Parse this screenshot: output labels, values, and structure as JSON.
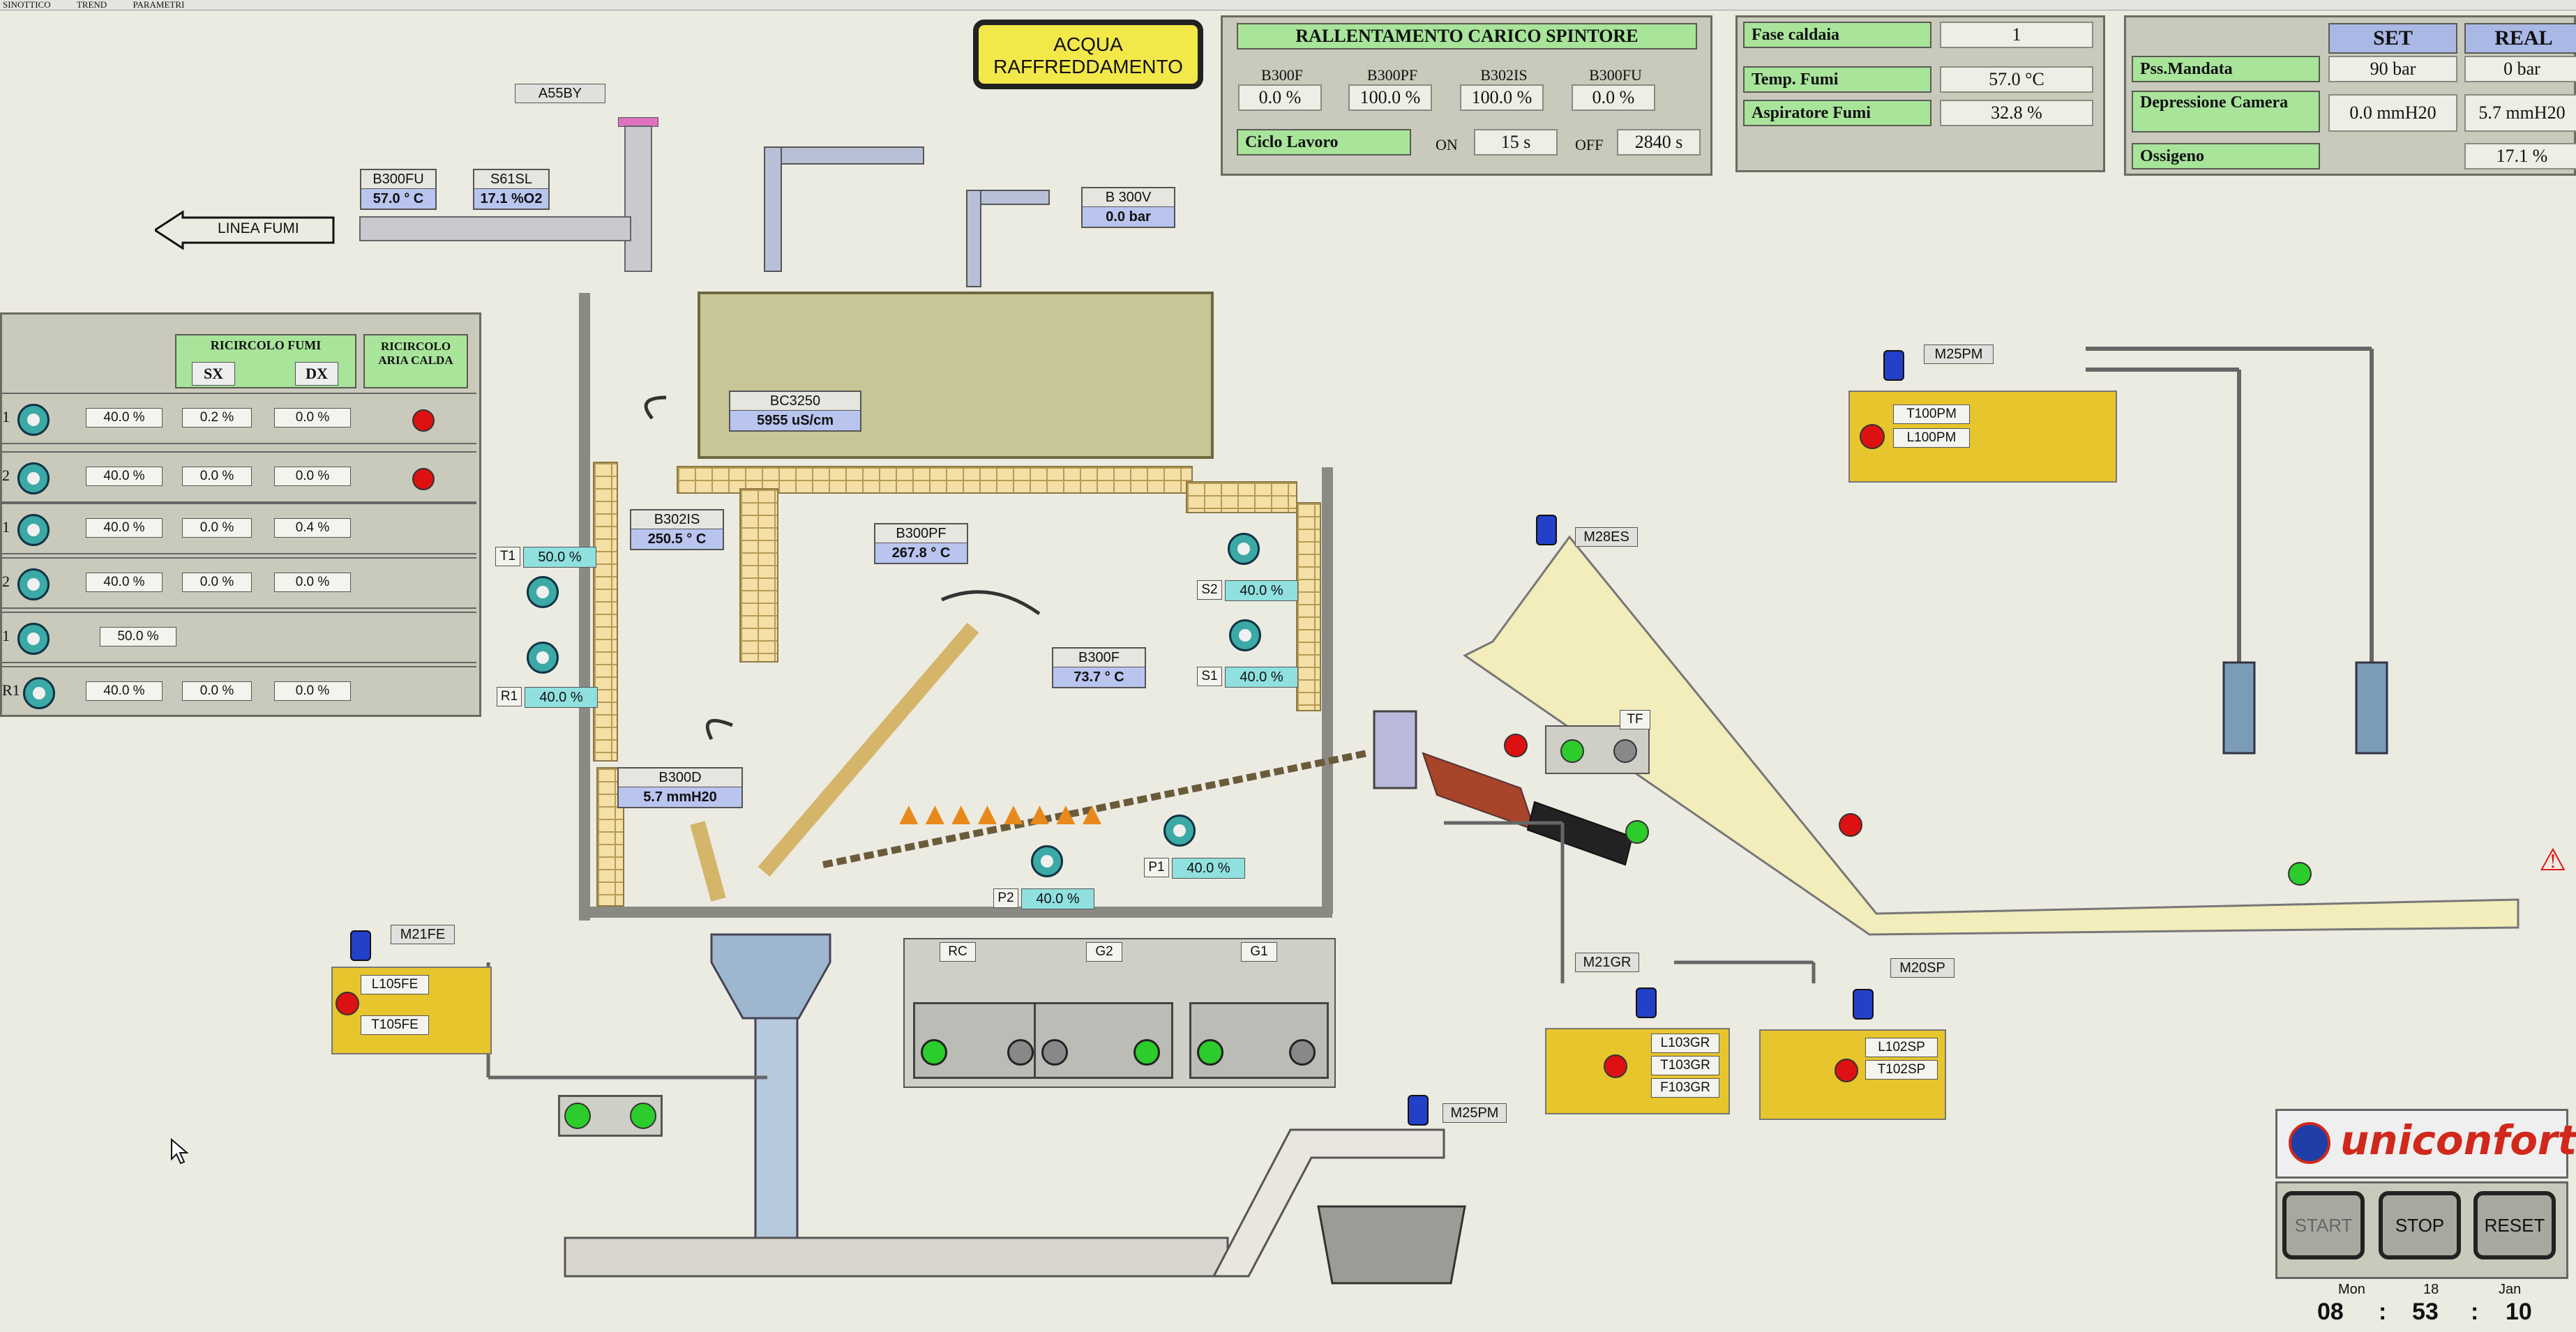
{
  "menu": {
    "items": [
      "SINOTTICO",
      "TREND",
      "PARAMETRI"
    ]
  },
  "alert": {
    "line1": "ACQUA",
    "line2": "RAFFREDDAMENTO"
  },
  "slowdown": {
    "title": "RALLENTAMENTO CARICO SPINTORE",
    "cols": [
      {
        "name": "B300F",
        "value": "0.0 %"
      },
      {
        "name": "B300PF",
        "value": "100.0 %"
      },
      {
        "name": "B302IS",
        "value": "100.0 %"
      },
      {
        "name": "B300FU",
        "value": "0.0 %"
      }
    ],
    "cycle_label": "Ciclo Lavoro",
    "on_label": "ON",
    "on_value": "15 s",
    "off_label": "OFF",
    "off_value": "2840 s"
  },
  "boiler": {
    "phase_label": "Fase caldaia",
    "phase_value": "1",
    "temp_label": "Temp. Fumi",
    "temp_value": "57.0 °C",
    "asp_label": "Aspiratore Fumi",
    "asp_value": "32.8 %"
  },
  "setreal": {
    "set_header": "SET",
    "real_header": "REAL",
    "press_label": "Pss.Mandata",
    "press_set": "90 bar",
    "press_real": "0 bar",
    "depr_label": "Depressione Camera",
    "depr_set": "0.0 mmH20",
    "depr_real": "5.7 mmH20",
    "oxy_label": "Ossigeno",
    "oxy_real": "17.1 %"
  },
  "flue": {
    "a55by": "A55BY",
    "linea_fumi": "LINEA FUMI",
    "b300fu_name": "B300FU",
    "b300fu_value": "57.0 ° C",
    "s61sl_name": "S61SL",
    "s61sl_value": "17.1 %O2",
    "b300v_name": "B 300V",
    "b300v_value": "0.0 bar"
  },
  "recirc": {
    "title": "RICIRCOLO FUMI",
    "sx": "SX",
    "dx": "DX",
    "hot_air": "RICIRCOLO ARIA CALDA",
    "rows": [
      {
        "id": "1",
        "a": "40.0 %",
        "b": "0.2 %",
        "c": "0.0 %",
        "alarm": true
      },
      {
        "id": "2",
        "a": "40.0 %",
        "b": "0.0 %",
        "c": "0.0 %",
        "alarm": true
      },
      {
        "id": "1",
        "a": "40.0 %",
        "b": "0.0 %",
        "c": "0.4 %",
        "alarm": false
      },
      {
        "id": "2",
        "a": "40.0 %",
        "b": "0.0 %",
        "c": "0.0 %",
        "alarm": false
      },
      {
        "id": "1",
        "a": "50.0 %",
        "b": "",
        "c": "",
        "alarm": false
      },
      {
        "id": "R1",
        "a": "40.0 %",
        "b": "0.0 %",
        "c": "0.0 %",
        "alarm": false
      }
    ]
  },
  "furnace": {
    "bc3250_name": "BC3250",
    "bc3250_value": "5955 uS/cm",
    "b302is_name": "B302IS",
    "b302is_value": "250.5 ° C",
    "b300pf_name": "B300PF",
    "b300pf_value": "267.8 ° C",
    "b300f_name": "B300F",
    "b300f_value": "73.7 ° C",
    "b300d_name": "B300D",
    "b300d_value": "5.7 mmH20",
    "t1_label": "T1",
    "t1_value": "50.0 %",
    "r1_label": "R1",
    "r1_value": "40.0 %",
    "s2_label": "S2",
    "s2_value": "40.0 %",
    "s1_label": "S1",
    "s1_value": "40.0 %",
    "p1_label": "P1",
    "p1_value": "40.0 %",
    "p2_label": "P2",
    "p2_value": "40.0 %"
  },
  "ash": {
    "rc": "RC",
    "g2": "G2",
    "g1": "G1"
  },
  "feeders": {
    "m25pm_top": "M25PM",
    "t100pm": "T100PM",
    "l100pm": "L100PM",
    "m28es": "M28ES",
    "tf": "TF",
    "m21fe": "M21FE",
    "l105fe": "L105FE",
    "t105fe": "T105FE",
    "m21gr": "M21GR",
    "l103gr": "L103GR",
    "t103gr": "T103GR",
    "f103gr": "F103GR",
    "m20sp": "M20SP",
    "l102sp": "L102SP",
    "t102sp": "T102SP",
    "m25pm_bottom": "M25PM"
  },
  "brand": {
    "name": "uniconfort"
  },
  "controls": {
    "start": "START",
    "stop": "STOP",
    "reset": "RESET"
  },
  "clock": {
    "day": "Mon",
    "date": "18",
    "month": "Jan",
    "hh": "08",
    "mm": "53",
    "ss": "10",
    "sep": ":"
  },
  "colors": {
    "panel": "#c9cabb",
    "label_green": "#a8e49a",
    "set_blue": "#aab8e6",
    "alarm_red": "#d11111",
    "ok_green": "#2bcc2b",
    "feeder_yellow": "#e7c52c",
    "brand_red": "#d0281a"
  }
}
